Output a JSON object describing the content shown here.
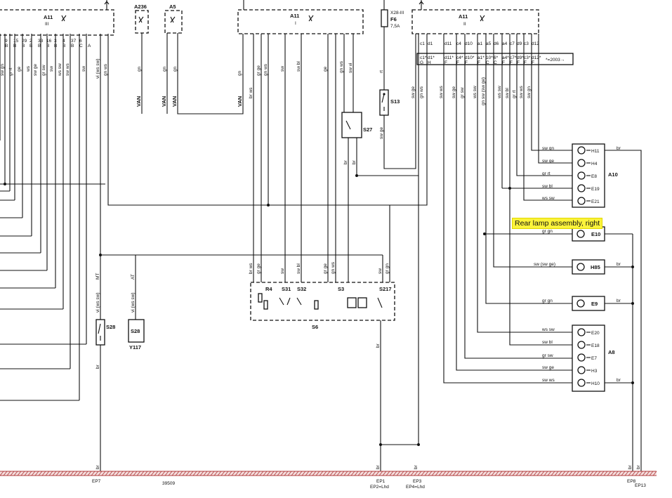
{
  "callout": {
    "text": "Rear lamp assembly, right",
    "color": "#fbf33b"
  },
  "drawing_number": "39509",
  "modules": {
    "a11_left": {
      "name": "A11",
      "sub": "III"
    },
    "a236": {
      "name": "A236"
    },
    "a5": {
      "name": "A5"
    },
    "a11_mid": {
      "name": "A11",
      "sub": "I"
    },
    "a11_right": {
      "name": "A11",
      "sub": "II"
    },
    "fuse": {
      "name": "F6",
      "rating": "7,5A",
      "connector": "X28-III"
    },
    "s13": {
      "name": "S13"
    },
    "s27": {
      "name": "S27"
    },
    "s6": {
      "name": "S6",
      "parts": [
        "R4",
        "S31",
        "S32",
        "S3",
        "S217"
      ]
    },
    "s28": {
      "name": "S28"
    },
    "s28b": {
      "name": "S28",
      "sub": "Y117"
    },
    "a10": {
      "name": "A10",
      "lamps": [
        "H11",
        "H4",
        "E8",
        "E19",
        "E21"
      ]
    },
    "e10": {
      "name": "E10"
    },
    "h85": {
      "name": "H85"
    },
    "e9": {
      "name": "E9"
    },
    "a8": {
      "name": "A8",
      "lamps": [
        "E20",
        "E18",
        "E7",
        "H3",
        "H10"
      ]
    }
  },
  "connector_labels": {
    "a11_left_pins": [
      "9",
      "15",
      "29",
      "2",
      "33",
      "16",
      "3",
      "4",
      "37",
      "6"
    ],
    "a11_left_letters": [
      "B",
      "B",
      "B",
      "B",
      "B",
      "B",
      "B",
      "B",
      "B",
      "C",
      "A"
    ],
    "a11_right_row1": [
      "c1",
      "d1",
      "d11",
      "c4",
      "d10",
      "a1",
      "a5",
      "d6",
      "a4",
      "c7",
      "d9",
      "c3",
      "d12"
    ],
    "a11_right_row2": [
      "c1*",
      "d1*",
      "d11*",
      "c4*",
      "d10*",
      "a1*",
      "10*",
      "6*",
      "a4*",
      "c7*",
      "d9*",
      "c3*",
      "d12*"
    ],
    "a11_right_row3": [
      "G",
      "H",
      "F",
      "F",
      "F",
      "F",
      "C",
      "C",
      "F",
      "F",
      "F",
      "F",
      "F"
    ],
    "year_note": "*=2003→"
  },
  "wire_colors": {
    "a11_left": [
      "sw gn",
      "gr rt",
      "ge",
      "ws",
      "sw ge",
      "gr sw",
      "sw",
      "ws sw",
      "sw ws",
      "sw",
      "vi (ws sw)",
      "gn ws"
    ],
    "a236": "gn",
    "a5": "gn",
    "van": "VAN",
    "a11_mid": [
      "gn",
      "br ws",
      "gr ge",
      "gn ws",
      "sw",
      "sw bl",
      "ge",
      "gn ws",
      "sw vi"
    ],
    "fuse_out": "rt",
    "a11_right": [
      "sw ge",
      "gn ws",
      "sw ws",
      "sw ge",
      "gr sw",
      "ws sw",
      "gn sw (sw ge)",
      "ws sw",
      "sw bl",
      "gr rt",
      "sw ws",
      "sw gn"
    ],
    "s13_out": "sw ge",
    "s27": [
      "br",
      "br"
    ],
    "s6_top": [
      "br ws",
      "gr ge",
      "sw",
      "sw bl",
      "gr ge",
      "gn ws",
      "sw",
      "gr gn"
    ],
    "s6_bottom": "br",
    "mt": "MT",
    "at": "AT",
    "s28": [
      "vi (ws sw)",
      "br"
    ],
    "s28b": "vi (ws sw)",
    "a10_in": [
      "sw gn",
      "sw ge",
      "gr rt",
      "sw bl",
      "ws sw"
    ],
    "a10_out": "br",
    "e10_in": "gr gn",
    "h85_in": "sw (sw ge)",
    "e9_in": "gr gn",
    "a8_in": [
      "ws sw",
      "sw bl",
      "gr sw",
      "sw ge",
      "sw ws"
    ],
    "ground": "br"
  },
  "ground_points": [
    "EP7",
    "EP1",
    "EP2=Lhd",
    "EP3",
    "EP4=Lhd",
    "EP8",
    "EP13"
  ]
}
